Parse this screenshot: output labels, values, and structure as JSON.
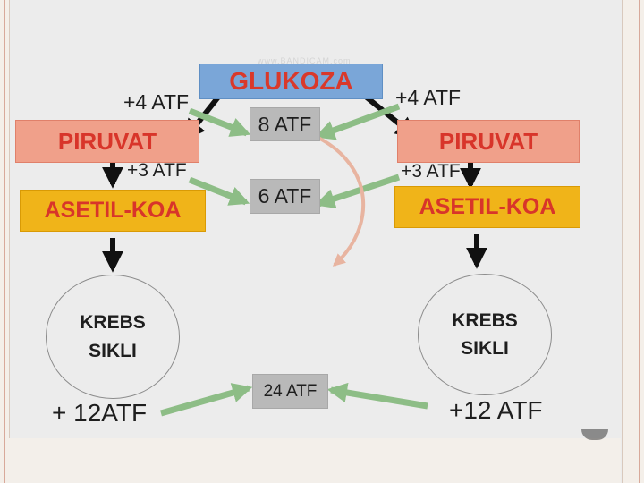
{
  "watermark": "www.BANDICAM.com",
  "boxes": {
    "glukoza": "GLUKOZA",
    "piruvat_left": "PIRUVAT",
    "piruvat_right": "PIRUVAT",
    "asetil_left": "ASETIL-KOA",
    "asetil_right": "ASETIL-KOA"
  },
  "atf_totals": {
    "atf8": "8 ATF",
    "atf6": "6 ATF",
    "atf24": "24 ATF"
  },
  "gains": {
    "plus4_left": "+4 ATF",
    "plus4_right": "+4 ATF",
    "plus3_left": "+3 ATF",
    "plus3_right": "+3 ATF",
    "plus12_left": "+ 12ATF",
    "plus12_right": "+12 ATF"
  },
  "krebs": {
    "left_line1": "KREBS",
    "left_line2": "SIKLI",
    "right_line1": "KREBS",
    "right_line2": "SIKLI"
  },
  "colors": {
    "glukoza_fill": "#7aa6d8",
    "piruvat_fill": "#f0a08a",
    "asetil_fill": "#f0b419",
    "label_red": "#d8352a",
    "atf_box_fill": "#b9b9b9",
    "green_arrow": "#8dbd86",
    "curve_arrow": "#e8b4a0"
  }
}
